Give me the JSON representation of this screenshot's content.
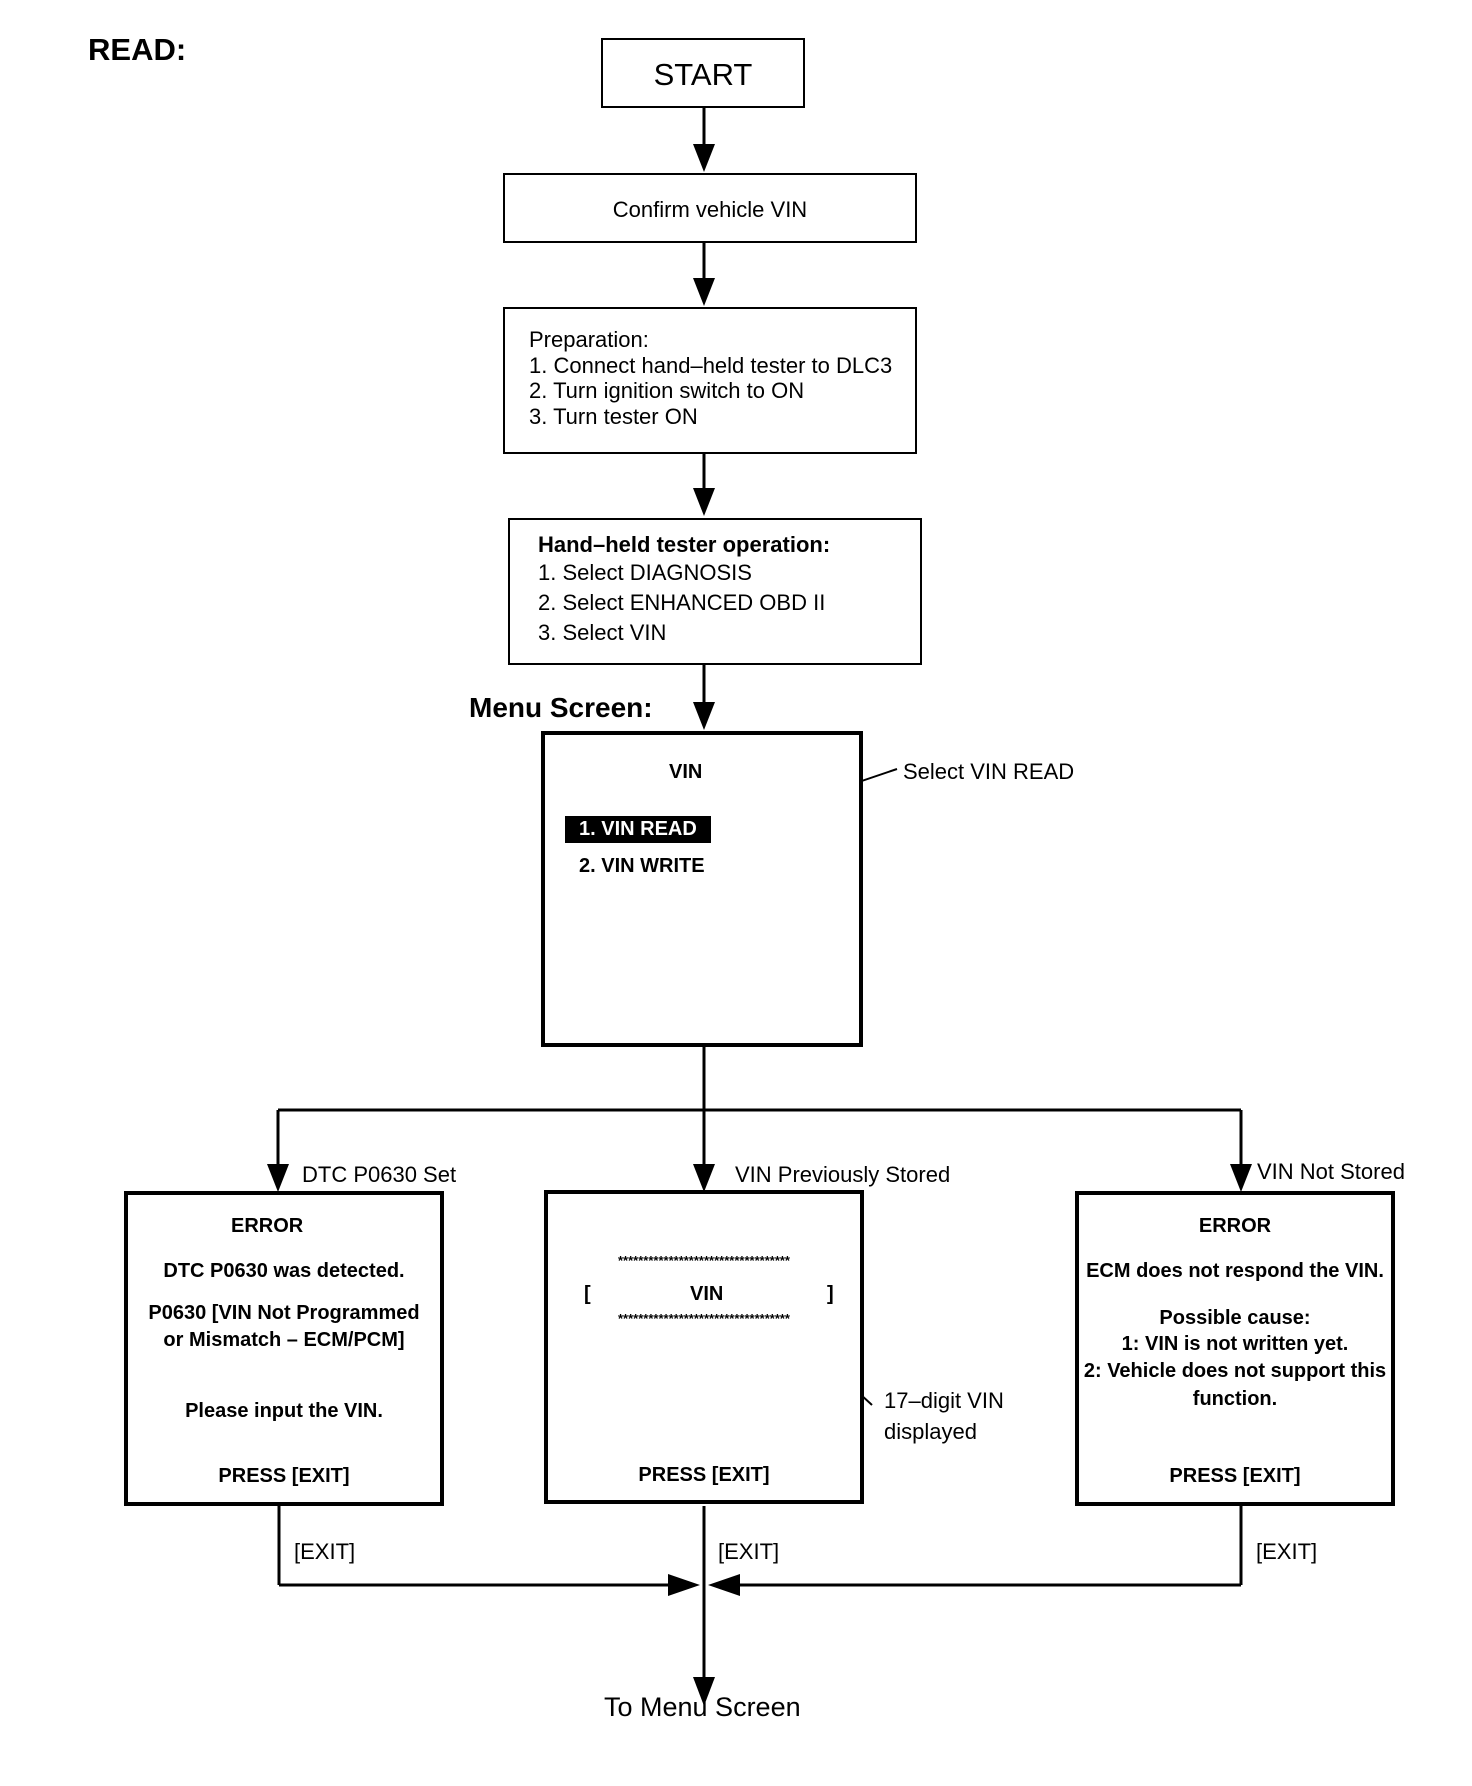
{
  "read_label": "READ:",
  "nodes": {
    "start": "START",
    "confirm": "Confirm vehicle VIN",
    "preparation": {
      "title": "Preparation:",
      "steps": [
        "1. Connect hand–held tester to DLC3",
        "2. Turn ignition switch to ON",
        "3. Turn tester ON"
      ]
    },
    "tester_operation": {
      "title": "Hand–held tester operation:",
      "steps": [
        "1. Select DIAGNOSIS",
        "2. Select ENHANCED OBD II",
        "3. Select VIN"
      ]
    }
  },
  "menu_screen": {
    "label": "Menu Screen:",
    "title": "VIN",
    "items": [
      "1. VIN READ",
      "2. VIN WRITE"
    ],
    "callout": "Select VIN READ"
  },
  "branches": {
    "left": {
      "label": "DTC P0630 Set",
      "title": "ERROR",
      "line1": "DTC P0630 was detected.",
      "line2": "P0630  [VIN Not Programmed",
      "line3": "or Mismatch – ECM/PCM]",
      "line4": "Please input the VIN.",
      "press": "PRESS [EXIT]",
      "exit": "[EXIT]"
    },
    "middle": {
      "label": "VIN Previously Stored",
      "stars": "**********************************",
      "bracket_open": "[",
      "vin": "VIN",
      "bracket_close": "]",
      "press": "PRESS [EXIT]",
      "callout_line1": "17–digit VIN",
      "callout_line2": "displayed",
      "exit": "[EXIT]"
    },
    "right": {
      "label": "VIN Not Stored",
      "title": "ERROR",
      "line1": "ECM does not respond the VIN.",
      "line2": "Possible cause:",
      "line3": "1: VIN is not written yet.",
      "line4": "2: Vehicle does not support this",
      "line5": "function.",
      "press": "PRESS [EXIT]",
      "exit": "[EXIT]"
    }
  },
  "end_label": "To Menu Screen"
}
